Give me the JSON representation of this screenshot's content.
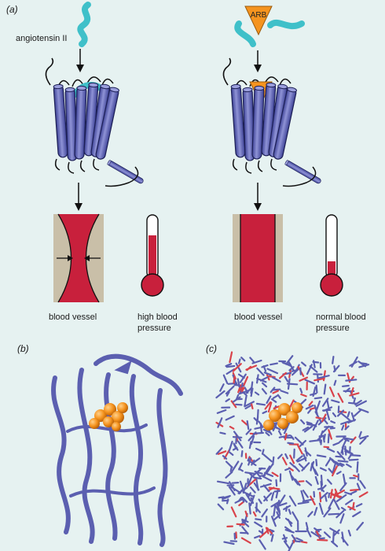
{
  "panels": {
    "a": "(a)",
    "b": "(b)",
    "c": "(c)"
  },
  "labels": {
    "ligand": "angiotensin II",
    "drug": "ARB",
    "vessel_left": "blood vessel",
    "vessel_right": "blood vessel",
    "pressure_left_line1": "high blood",
    "pressure_left_line2": "pressure",
    "pressure_right_line1": "normal blood",
    "pressure_right_line2": "pressure"
  },
  "colors": {
    "background": "#e6f2f1",
    "helix_purple": "#5b5fb0",
    "helix_light": "#8f93d6",
    "ligand_cyan": "#3fc0c9",
    "drug_orange": "#f5941f",
    "blood_red": "#c8203c",
    "vessel_wall": "#c9bfa8",
    "stick_red": "#d9434b"
  },
  "thermometers": {
    "left_fill_fraction": 0.72,
    "right_fill_fraction": 0.28
  },
  "icons": [
    "angiotensin-peptide-icon",
    "arb-triangle-icon",
    "receptor-helix-bundle-icon",
    "thermometer-icon",
    "protein-ribbon-icon",
    "protein-stick-model-icon"
  ]
}
